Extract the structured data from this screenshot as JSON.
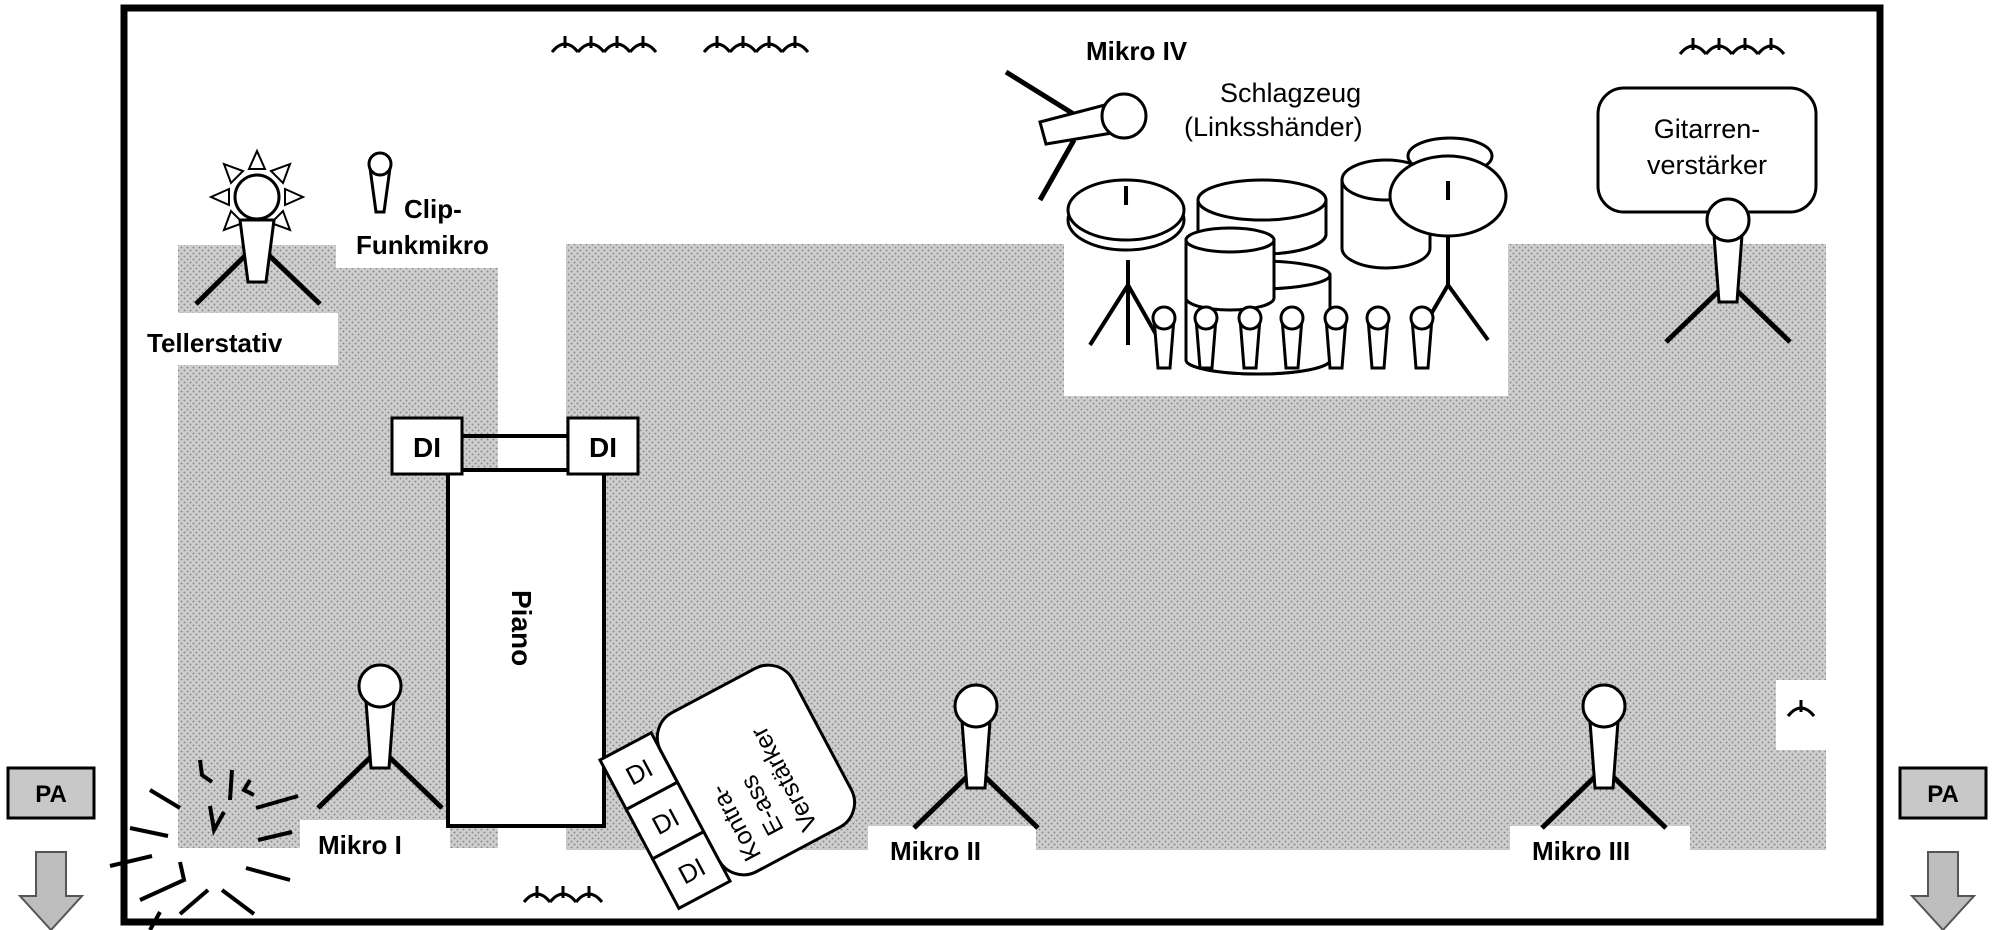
{
  "labels": {
    "tellerstativ": "Tellerstativ",
    "clip_line1": "Clip-",
    "clip_line2": "Funkmikro",
    "mikro_1": "Mikro I",
    "mikro_2": "Mikro II",
    "mikro_3": "Mikro III",
    "mikro_4": "Mikro IV",
    "schlagzeug_line1": "Schlagzeug",
    "schlagzeug_line2": "(Linksshänder)",
    "gitarre_line1": "Gitarren-",
    "gitarre_line2": "verstärker",
    "piano": "Piano",
    "di": "DI",
    "bass_line1": "Kontra-",
    "bass_line2": "E-ass",
    "bass_line3": "Verstärker",
    "cymbal_mark": "I",
    "pa": "PA"
  },
  "colors": {
    "outline": "#000000",
    "stipple_bg": "#cfcfcf",
    "stipple_dot": "#8a8a8a",
    "pa_box": "#c8c8c8",
    "pa_arrow": "#bdbdbd"
  }
}
